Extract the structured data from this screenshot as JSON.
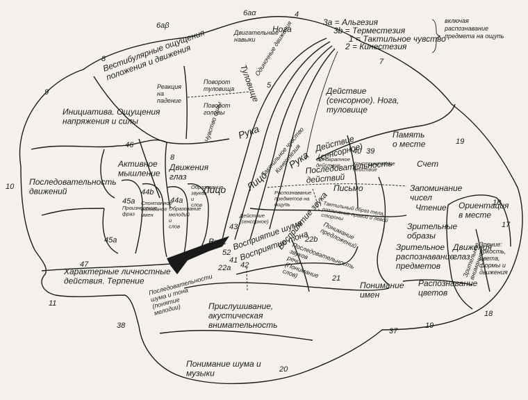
{
  "legend": {
    "l1": "3a = Альгезия",
    "l2": "3b = Терместезия",
    "l3": "1 = Тактильное чувство",
    "l4": "2 = Кинестезия",
    "brace_note": "включая распознавание предмета на ощупь"
  },
  "areas": {
    "a6ab": "6aβ",
    "a6aa": "6aα",
    "a4": "4",
    "a8": "8",
    "a9": "9",
    "a7": "7",
    "a5": "5",
    "a8b": "8",
    "a46": "46",
    "a10": "10",
    "a45a": "45a",
    "a44b": "44b",
    "a44a": "44a",
    "a45a2": "45a",
    "a47": "47",
    "a11": "11",
    "a40": "40",
    "a39": "39",
    "a19": "19",
    "a18": "18",
    "a17": "17",
    "a43": "43",
    "a52": "52",
    "a41": "41",
    "a42": "42",
    "a22a": "22a",
    "a22b": "22b",
    "a21": "21",
    "a37": "37",
    "a19b": "19",
    "a18b": "18",
    "a38": "38",
    "a20": "20"
  },
  "regions": {
    "vestibular": "Вестибулярные ощущения положения и движения",
    "initiative": "Инициатива. Ощущения напряжения и силы",
    "sequence": "Последовательность движений",
    "active_thinking": "Активное мышление",
    "eye_movement": "Движения глаз",
    "motor_skills": "Двигательные навыки",
    "leg": "Нога",
    "isolated_moves": "Одиночные движения",
    "trunk": "Туловище",
    "reaction_fall": "Реакция на падение",
    "turn_trunk": "Поворот туловища",
    "turn_head": "Поворот головы",
    "force_sense": "Чувство силы",
    "hand": "Рука",
    "tactile": "Тактильное чувство",
    "kinesthesia": "Кинестезия",
    "action_sensory": "Действие (сенсорное). Нога, туловище",
    "memory_place": "Память о месте",
    "count": "Счет",
    "memorize_numbers": "Запоминание чисел",
    "reading": "Чтение",
    "visual_images": "Зрительные образы",
    "visual_recognition": "Зрительное распознавание предметов",
    "orientation": "Ориентация в месте",
    "color_vision": "Зрение: яркость, цвета, формы и движения",
    "eye_moves2": "Движения глаз",
    "color_recognition": "Распознавание цветов",
    "visual_attention": "Зрительное внимание",
    "action_sensory2": "Действие (сенсорное)",
    "one_time": "Однократное действие",
    "constructive": "Конструктивное действие",
    "action_sequence": "Последовательность действий",
    "writing": "Письмо",
    "tactile_body": "Тактильный образ тела, различение правой и левой стороны",
    "recognition_touch": "Распознавание предметов на ощупь",
    "face": "Лицо",
    "hand2": "Рука",
    "face2": "Лицо",
    "action_sens3": "Действие (сенсорное)",
    "taste": "Вкус",
    "noise_perception": "Восприятие шума",
    "tone_perception": "Восприятие тона",
    "sound_perception": "Восприятие звука",
    "sentence_understanding": "Понимание предложений",
    "speech_sequence": "Последовательность звуков речи (Понимание слов)",
    "noise_sequence": "Последовательности шума и тона (понятие мелодии)",
    "names_understanding": "Понимание имен",
    "listening": "Прислушивание, акустическая внимательность",
    "noise_music": "Понимание шума и музыки",
    "character": "Характерные личностные действия. Терпение",
    "phrase_pronounce": "Произнесение фраз",
    "spontaneous_names": "Спонтанное называние имен",
    "melody_words": "Образование мелодий и слов",
    "sound_words": "Образование звуков и слов"
  }
}
